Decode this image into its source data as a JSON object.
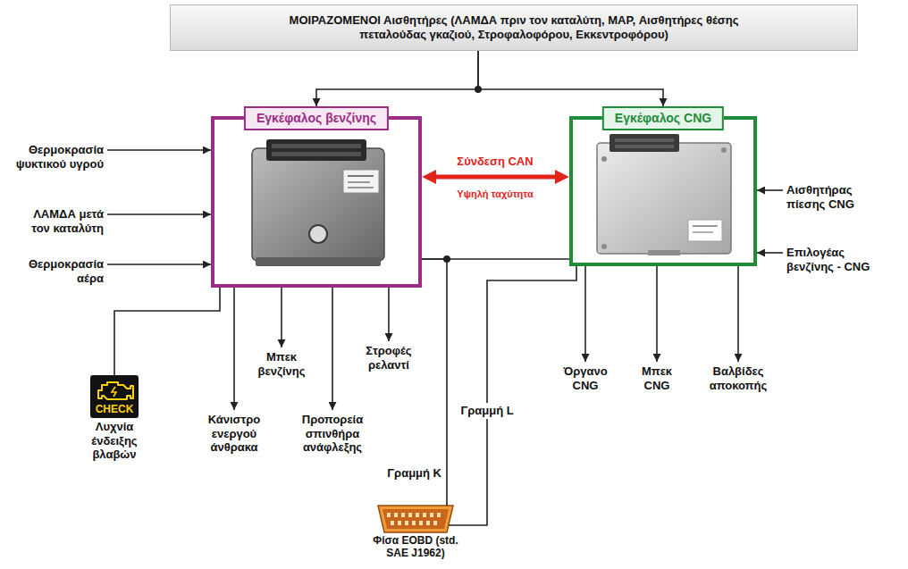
{
  "diagram": {
    "nodes": [
      {
        "text": [
          "ΜΟΙΡΑΖΟΜΕΝΟΙ Αισθητήρες (ΛΑΜΔΑ πριν τον καταλύτη, MAP, Αισθητήρες θέσης πεταλούδας γκαζιού, Στροφαλοφόρου, Εκκεντροφόρου)"
        ]
      },
      {
        "text": [
          "Εγκέφαλος βενζίνης"
        ]
      },
      {
        "text": [
          "Εγκέφαλος CNG"
        ]
      },
      {
        "text": [
          "Θερμοκρασία ψυκτικού υγρού"
        ]
      },
      {
        "text": [
          "ΛΑΜΔΑ μετά τον καταλύτη"
        ]
      },
      {
        "text": [
          "Θερμοκρασία αέρα"
        ]
      },
      {
        "text": [
          "Αισθητήρας πίεσης CNG"
        ]
      },
      {
        "text": [
          "Επιλογέας βενζίνης - CNG"
        ]
      },
      {
        "text": [
          "CHECK",
          "Λυχνία ένδειξης βλαβών"
        ]
      },
      {
        "text": [
          "Κάνιστρο ενεργού άνθρακα"
        ]
      },
      {
        "text": [
          "Μπεκ βενζίνης"
        ]
      },
      {
        "text": [
          "Προπορεία σπινθήρα ανάφλεξης"
        ]
      },
      {
        "text": [
          "Στροφές ρελαντί"
        ]
      },
      {
        "text": [
          "Όργανο CNG"
        ]
      },
      {
        "text": [
          "Μπεκ CNG"
        ]
      },
      {
        "text": [
          "Βαλβίδες αποκοπής"
        ]
      },
      {
        "text": [
          "Φίσα EOBD (std. SAE J1962)"
        ]
      }
    ],
    "edges": [
      {
        "from": 0,
        "to": 1,
        "arrow": "to"
      },
      {
        "from": 0,
        "to": 2,
        "arrow": "to"
      },
      {
        "from": 1,
        "to": 2,
        "arrow": "both",
        "label": "Σύνδεση CAN"
      },
      {
        "from": 3,
        "to": 1,
        "arrow": "to"
      },
      {
        "from": 4,
        "to": 1,
        "arrow": "to"
      },
      {
        "from": 5,
        "to": 1,
        "arrow": "to"
      },
      {
        "from": 6,
        "to": 2,
        "arrow": "to"
      },
      {
        "from": 7,
        "to": 2,
        "arrow": "to"
      },
      {
        "from": 1,
        "to": 8,
        "arrow": "none"
      },
      {
        "from": 1,
        "to": 9,
        "arrow": "to"
      },
      {
        "from": 1,
        "to": 10,
        "arrow": "to"
      },
      {
        "from": 1,
        "to": 11,
        "arrow": "to"
      },
      {
        "from": 1,
        "to": 12,
        "arrow": "to"
      },
      {
        "from": 2,
        "to": 13,
        "arrow": "to"
      },
      {
        "from": 2,
        "to": 14,
        "arrow": "to"
      },
      {
        "from": 2,
        "to": 15,
        "arrow": "to"
      },
      {
        "from": 1,
        "to": 2,
        "arrow": "none"
      },
      {
        "from": 1,
        "to": 16,
        "arrow": "none",
        "label": "Γραμμή Κ"
      },
      {
        "from": 2,
        "to": 16,
        "arrow": "none",
        "label": "Γραμμή L"
      }
    ],
    "labels": [
      "Υψηλή ταχύτητα"
    ]
  }
}
